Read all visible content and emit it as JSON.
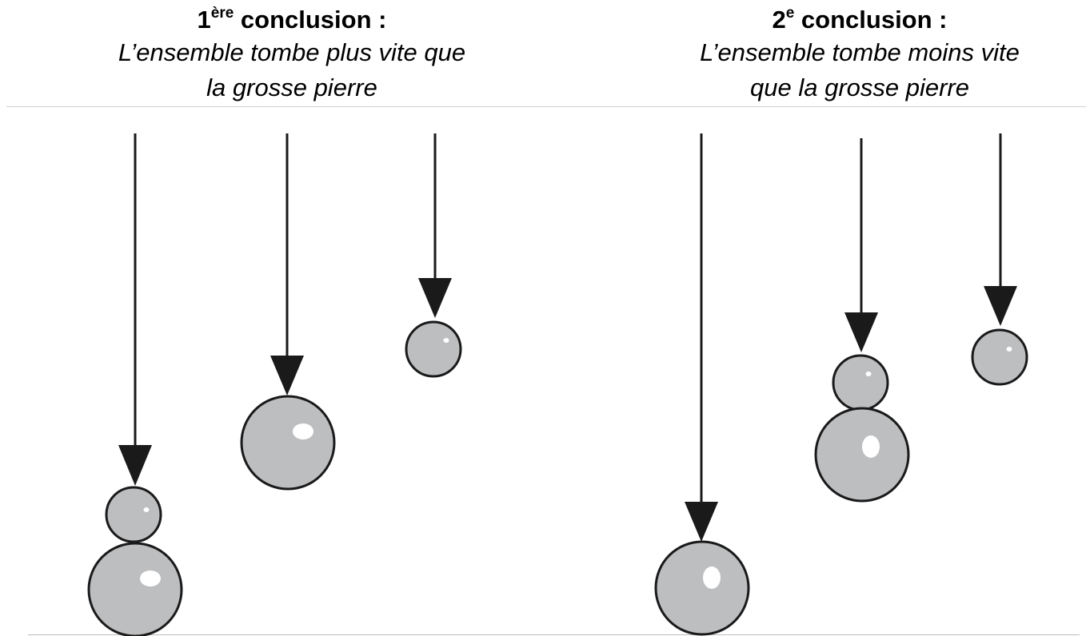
{
  "left": {
    "title_number": "1",
    "title_sup": "ère",
    "title_rest": " conclusion :",
    "subtitle_line1": "L’ensemble tombe plus vite que",
    "subtitle_line2": "la grosse pierre"
  },
  "right": {
    "title_number": "2",
    "title_sup": "e",
    "title_rest": " conclusion :",
    "subtitle_line1": "L’ensemble tombe moins vite",
    "subtitle_line2": "que la grosse pierre"
  },
  "colors": {
    "stone_fill": "#bcbec0",
    "outline": "#1a1a1a",
    "highlight": "#ffffff",
    "arrow": "#1a1a1a"
  }
}
